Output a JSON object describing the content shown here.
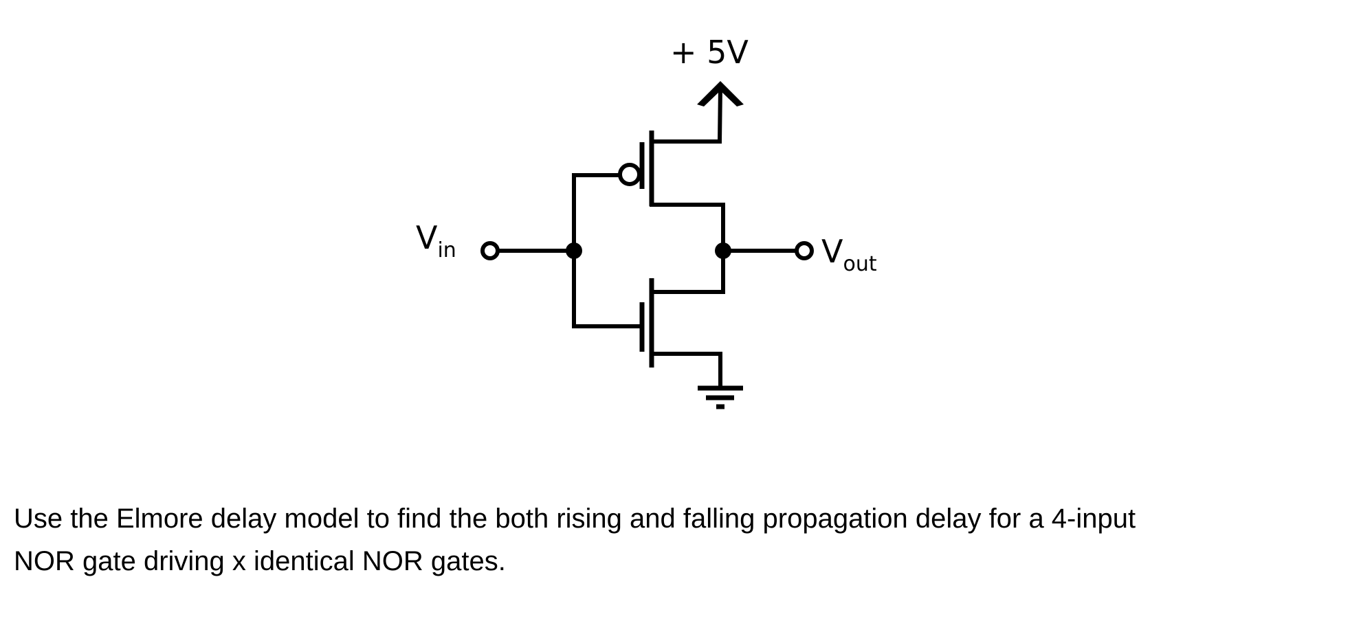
{
  "diagram": {
    "title": "CMOS Inverter",
    "supply_label": "+ 5V",
    "input_label": {
      "main": "V",
      "sub": "in"
    },
    "output_label": {
      "main": "V",
      "sub": "out"
    },
    "components": [
      {
        "type": "pmos",
        "role": "pull-up"
      },
      {
        "type": "nmos",
        "role": "pull-down"
      },
      {
        "type": "supply",
        "label": "+ 5V"
      },
      {
        "type": "ground"
      }
    ],
    "colors": {
      "stroke": "#000000",
      "background": "#ffffff"
    }
  },
  "problem": {
    "line1": "Use the Elmore delay model to find the both rising and falling propagation delay for a 4-input",
    "line2": "NOR gate driving x identical NOR gates."
  }
}
